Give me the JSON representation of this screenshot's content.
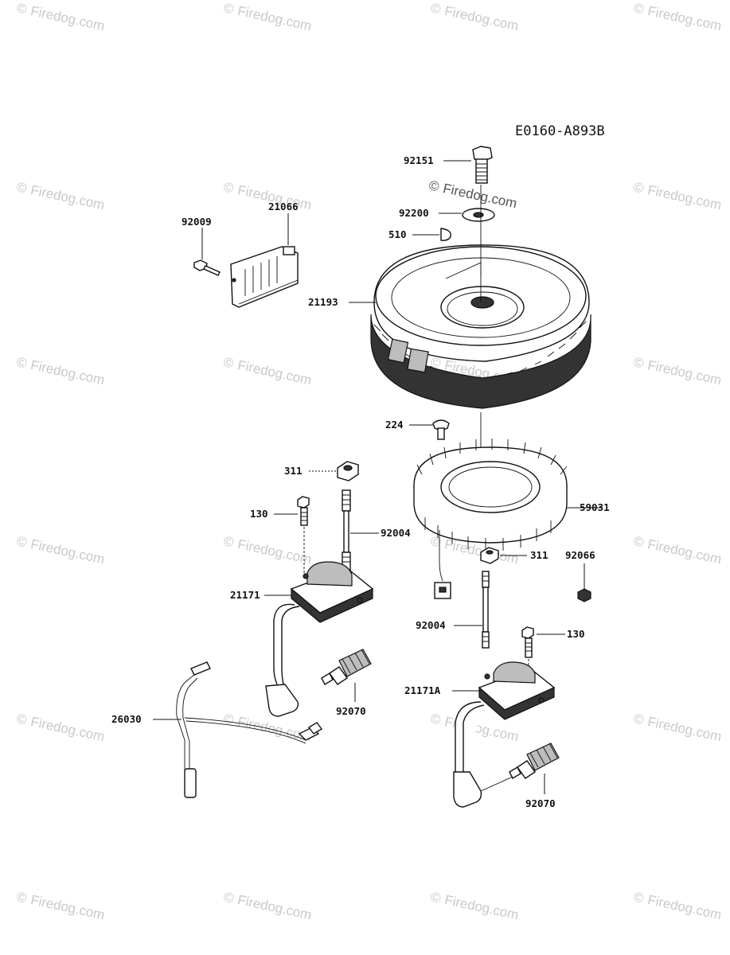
{
  "diagram": {
    "code": "E0160-A893B",
    "watermark": "Firedog.com",
    "watermark_symbol": "©",
    "parts": [
      {
        "id": "92151",
        "label": "92151"
      },
      {
        "id": "92200",
        "label": "92200"
      },
      {
        "id": "510",
        "label": "510"
      },
      {
        "id": "21066",
        "label": "21066"
      },
      {
        "id": "92009",
        "label": "92009"
      },
      {
        "id": "21193",
        "label": "21193"
      },
      {
        "id": "224",
        "label": "224"
      },
      {
        "id": "311a",
        "label": "311"
      },
      {
        "id": "130a",
        "label": "130"
      },
      {
        "id": "92004a",
        "label": "92004"
      },
      {
        "id": "59031",
        "label": "59031"
      },
      {
        "id": "311b",
        "label": "311"
      },
      {
        "id": "92066",
        "label": "92066"
      },
      {
        "id": "21171",
        "label": "21171"
      },
      {
        "id": "92004b",
        "label": "92004"
      },
      {
        "id": "130b",
        "label": "130"
      },
      {
        "id": "92070a",
        "label": "92070"
      },
      {
        "id": "21171A",
        "label": "21171A"
      },
      {
        "id": "26030",
        "label": "26030"
      },
      {
        "id": "92070b",
        "label": "92070"
      }
    ]
  }
}
